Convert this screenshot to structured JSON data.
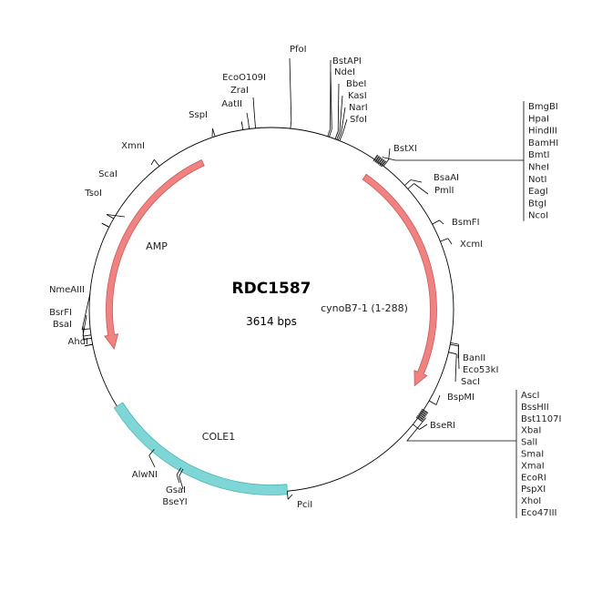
{
  "plasmid": {
    "name": "RDC1587",
    "size": "3614 bps"
  },
  "colors": {
    "backbone": "#000000",
    "arrow_fill": "#f08282",
    "arrow_stroke": "#c85a5a",
    "region_fill": "#7fd6d6",
    "region_stroke": "#4fb4b4",
    "site_block": "#333333"
  },
  "features": [
    {
      "name": "AMP",
      "kind": "arrow"
    },
    {
      "name": "cynoB7-1 (1-288)",
      "kind": "arrow"
    },
    {
      "name": "COLE1",
      "kind": "region"
    }
  ],
  "sites": [
    {
      "label": "PfoI"
    },
    {
      "label": "BstAPI"
    },
    {
      "label": "NdeI"
    },
    {
      "label": "BbeI"
    },
    {
      "label": "KasI"
    },
    {
      "label": "NarI"
    },
    {
      "label": "SfoI"
    },
    {
      "label": "BstXI"
    },
    {
      "label": "BsaAI"
    },
    {
      "label": "PmlI"
    },
    {
      "label": "BsmFI"
    },
    {
      "label": "XcmI"
    },
    {
      "label": "BanII"
    },
    {
      "label": "Eco53kI"
    },
    {
      "label": "SacI"
    },
    {
      "label": "BspMI"
    },
    {
      "label": "BseRI"
    },
    {
      "label": "PciI"
    },
    {
      "label": "BseYI"
    },
    {
      "label": "GsaI"
    },
    {
      "label": "AlwNI"
    },
    {
      "label": "AhdI"
    },
    {
      "label": "BsaI"
    },
    {
      "label": "BsrFI"
    },
    {
      "label": "NmeAIII"
    },
    {
      "label": "TsoI"
    },
    {
      "label": "ScaI"
    },
    {
      "label": "XmnI"
    },
    {
      "label": "SspI"
    },
    {
      "label": "AatII"
    },
    {
      "label": "ZraI"
    },
    {
      "label": "EcoO109I"
    }
  ],
  "site_groups": [
    {
      "name": "mcs-top",
      "labels": [
        "BmgBI",
        "HpaI",
        "HindIII",
        "BamHI",
        "BmtI",
        "NheI",
        "NotI",
        "EagI",
        "BtgI",
        "NcoI"
      ]
    },
    {
      "name": "mcs-bottom",
      "labels": [
        "AscI",
        "BssHII",
        "Bst1107I",
        "XbaI",
        "SalI",
        "SmaI",
        "XmaI",
        "EcoRI",
        "PspXI",
        "XhoI",
        "Eco47III"
      ]
    }
  ]
}
